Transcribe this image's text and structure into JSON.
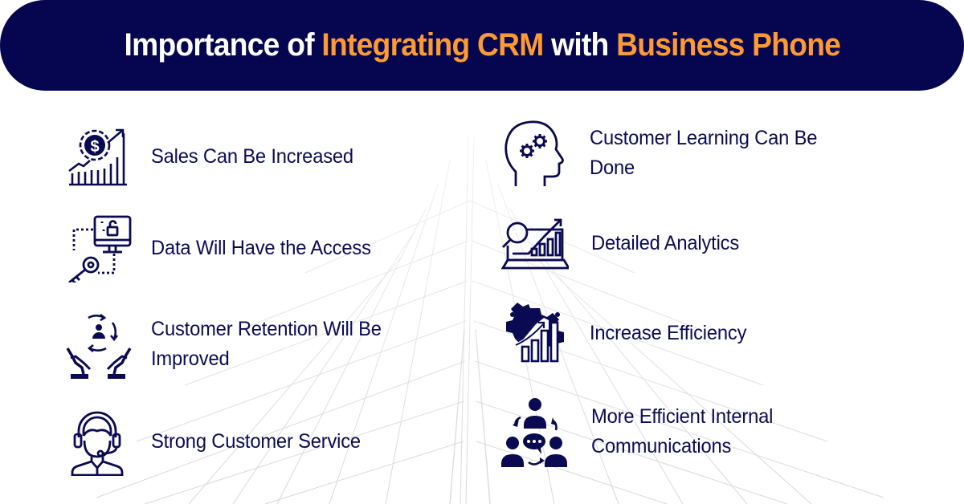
{
  "header": {
    "title_parts": [
      {
        "text": "Importance of ",
        "accent": false
      },
      {
        "text": "Integrating CRM",
        "accent": true
      },
      {
        "text": " with ",
        "accent": false
      },
      {
        "text": "Business Phone",
        "accent": true
      }
    ]
  },
  "colors": {
    "navy": "#05064f",
    "orange": "#fd9a34",
    "text": "#0b0b55",
    "background": "#ffffff",
    "pattern": "#d4d6db"
  },
  "left_column": [
    {
      "icon": "sales-growth-dollar-icon",
      "line1": "Sales Can Be Increased",
      "line2": ""
    },
    {
      "icon": "computer-lock-key-icon",
      "line1": "Data Will Have the Access",
      "line2": ""
    },
    {
      "icon": "customer-retention-hands-icon",
      "line1": "Customer Retention Will Be",
      "line2": "Improved"
    },
    {
      "icon": "customer-service-headset-icon",
      "line1": "Strong Customer Service",
      "line2": ""
    }
  ],
  "right_column": [
    {
      "icon": "head-gears-icon",
      "line1": "Customer Learning Can Be",
      "line2": "Done"
    },
    {
      "icon": "laptop-analytics-magnifier-icon",
      "line1": "Detailed Analytics",
      "line2": ""
    },
    {
      "icon": "gear-bar-chart-icon",
      "line1": "Increase Efficiency",
      "line2": ""
    },
    {
      "icon": "team-communication-icon",
      "line1": "More Efficient Internal",
      "line2": "Communications"
    }
  ]
}
